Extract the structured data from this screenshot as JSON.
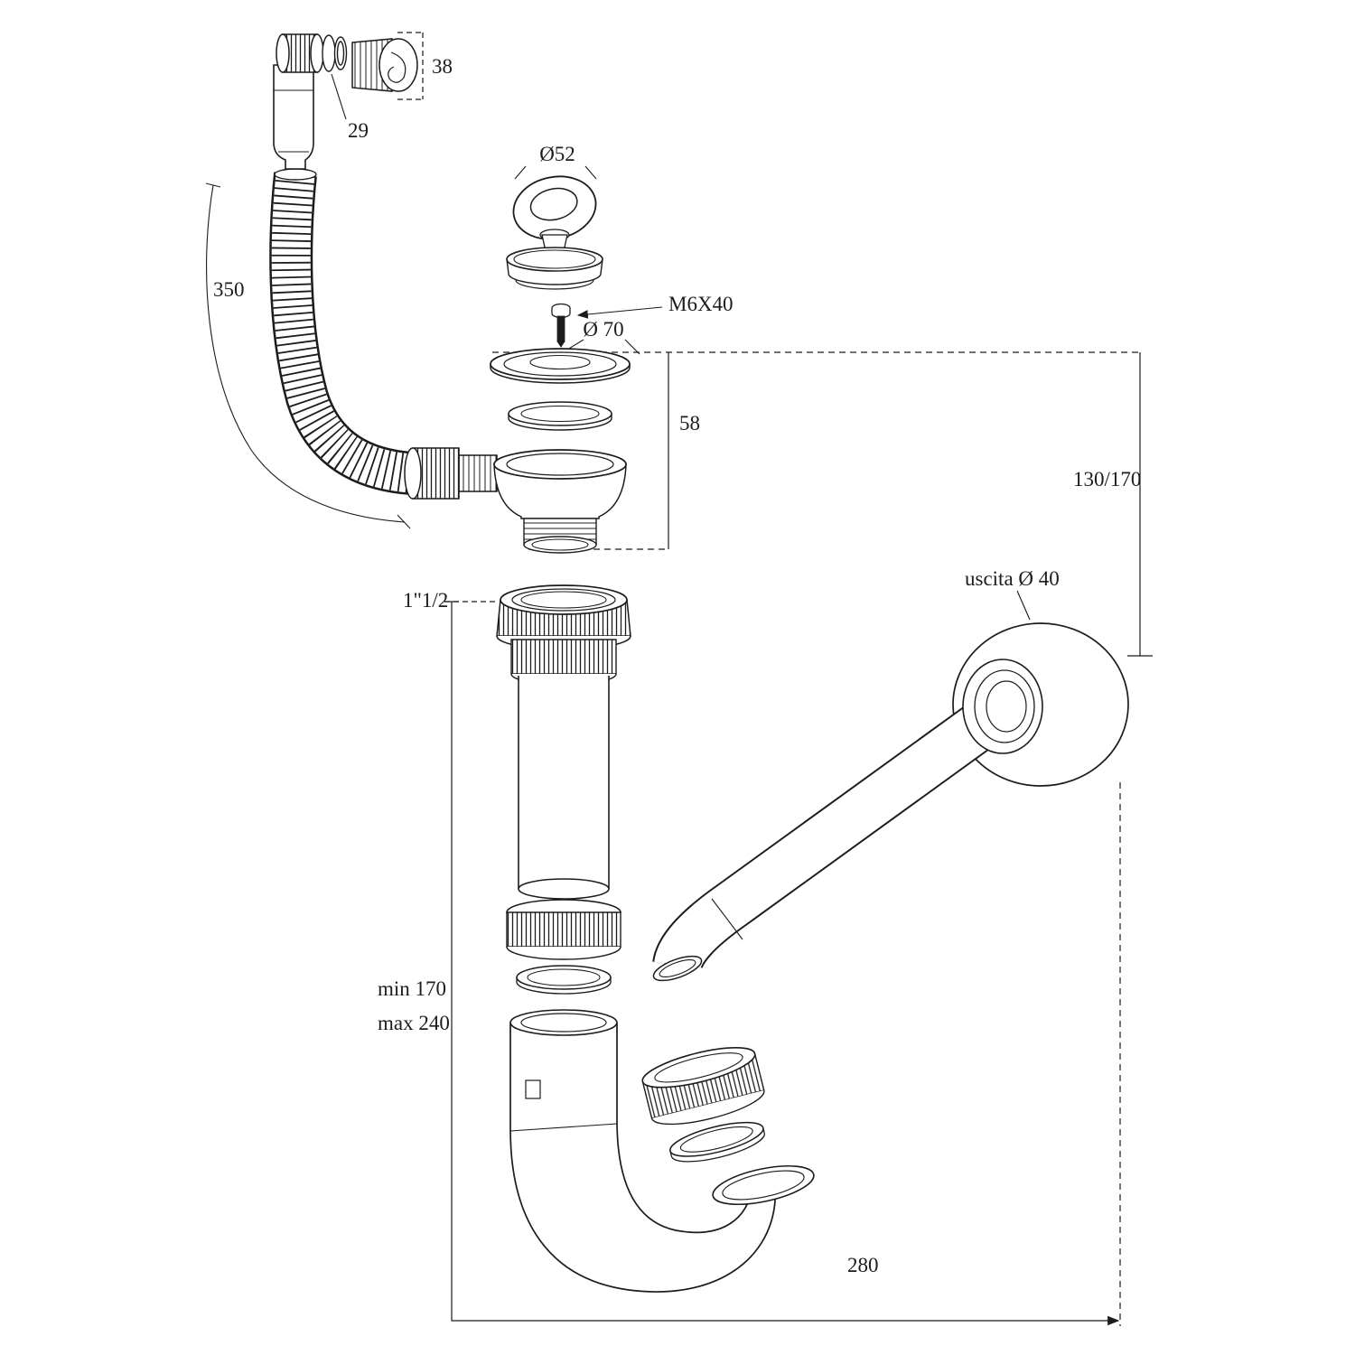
{
  "diagram": {
    "type": "technical-exploded-view",
    "subject": "sink drain siphon assembly with overflow hose",
    "colors": {
      "line": "#1c1c1c",
      "background": "#ffffff"
    },
    "labels": {
      "overflow_fitting_height": "38",
      "overflow_washer": "29",
      "hose_length": "350",
      "plug_diameter": "Ø52",
      "screw_spec": "M6X40",
      "strainer_diameter": "Ø 70",
      "strainer_height": "58",
      "outlet_height_range": "130/170",
      "wall_outlet": "uscita Ø 40",
      "thread_size": "1\"1/2",
      "tube_min": "min 170",
      "tube_max": "max 240",
      "trap_width": "280"
    }
  }
}
